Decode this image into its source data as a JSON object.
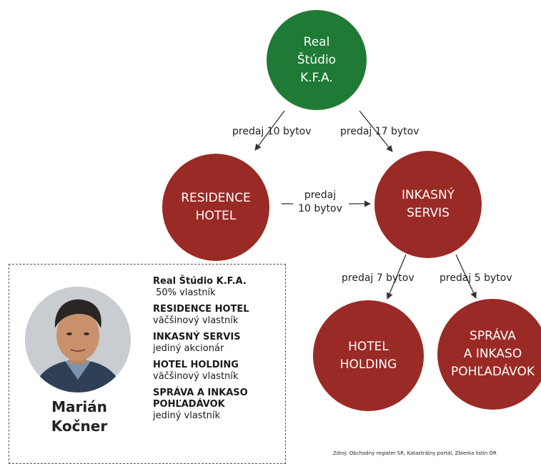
{
  "colors": {
    "root_node": "#1f7a35",
    "company_node": "#9a2a25",
    "arrow": "#333333"
  },
  "nodes": {
    "real_studio": "Real\nŠtúdio\nK.F.A.",
    "residence_hotel": "RESIDENCE\nHOTEL",
    "inkasny_servis": "INKASNÝ\nSERVIS",
    "hotel_holding": "HOTEL\nHOLDING",
    "sprava_inkaso": "SPRÁVA\nA INKASO\nPOHĽADÁVOK"
  },
  "edges": {
    "real_to_residence": "predaj 10 bytov",
    "real_to_inkasny": "predaj 17 bytov",
    "residence_to_inkasny": "predaj\n10 bytov",
    "inkasny_to_hotel": "predaj 7 bytov",
    "inkasny_to_sprava": "predaj 5 bytov"
  },
  "legend": {
    "person_name": "Marián\nKočner",
    "roles": [
      {
        "company": "Real Štúdio K.F.A.",
        "description": " 50% vlastník"
      },
      {
        "company": "RESIDENCE HOTEL",
        "description": "väčšinový vlastník"
      },
      {
        "company": "INKASNÝ SERVIS",
        "description": "jediný akcionár"
      },
      {
        "company": "HOTEL HOLDING",
        "description": "väčšinový vlastník"
      },
      {
        "company": "SPRÁVA A INKASO\nPOHĽADÁVOK",
        "description": "jediný vlastník"
      }
    ]
  },
  "source": "Zdroj: Obchodný register SR, Katastrálny portál, Zbierka listín OR"
}
